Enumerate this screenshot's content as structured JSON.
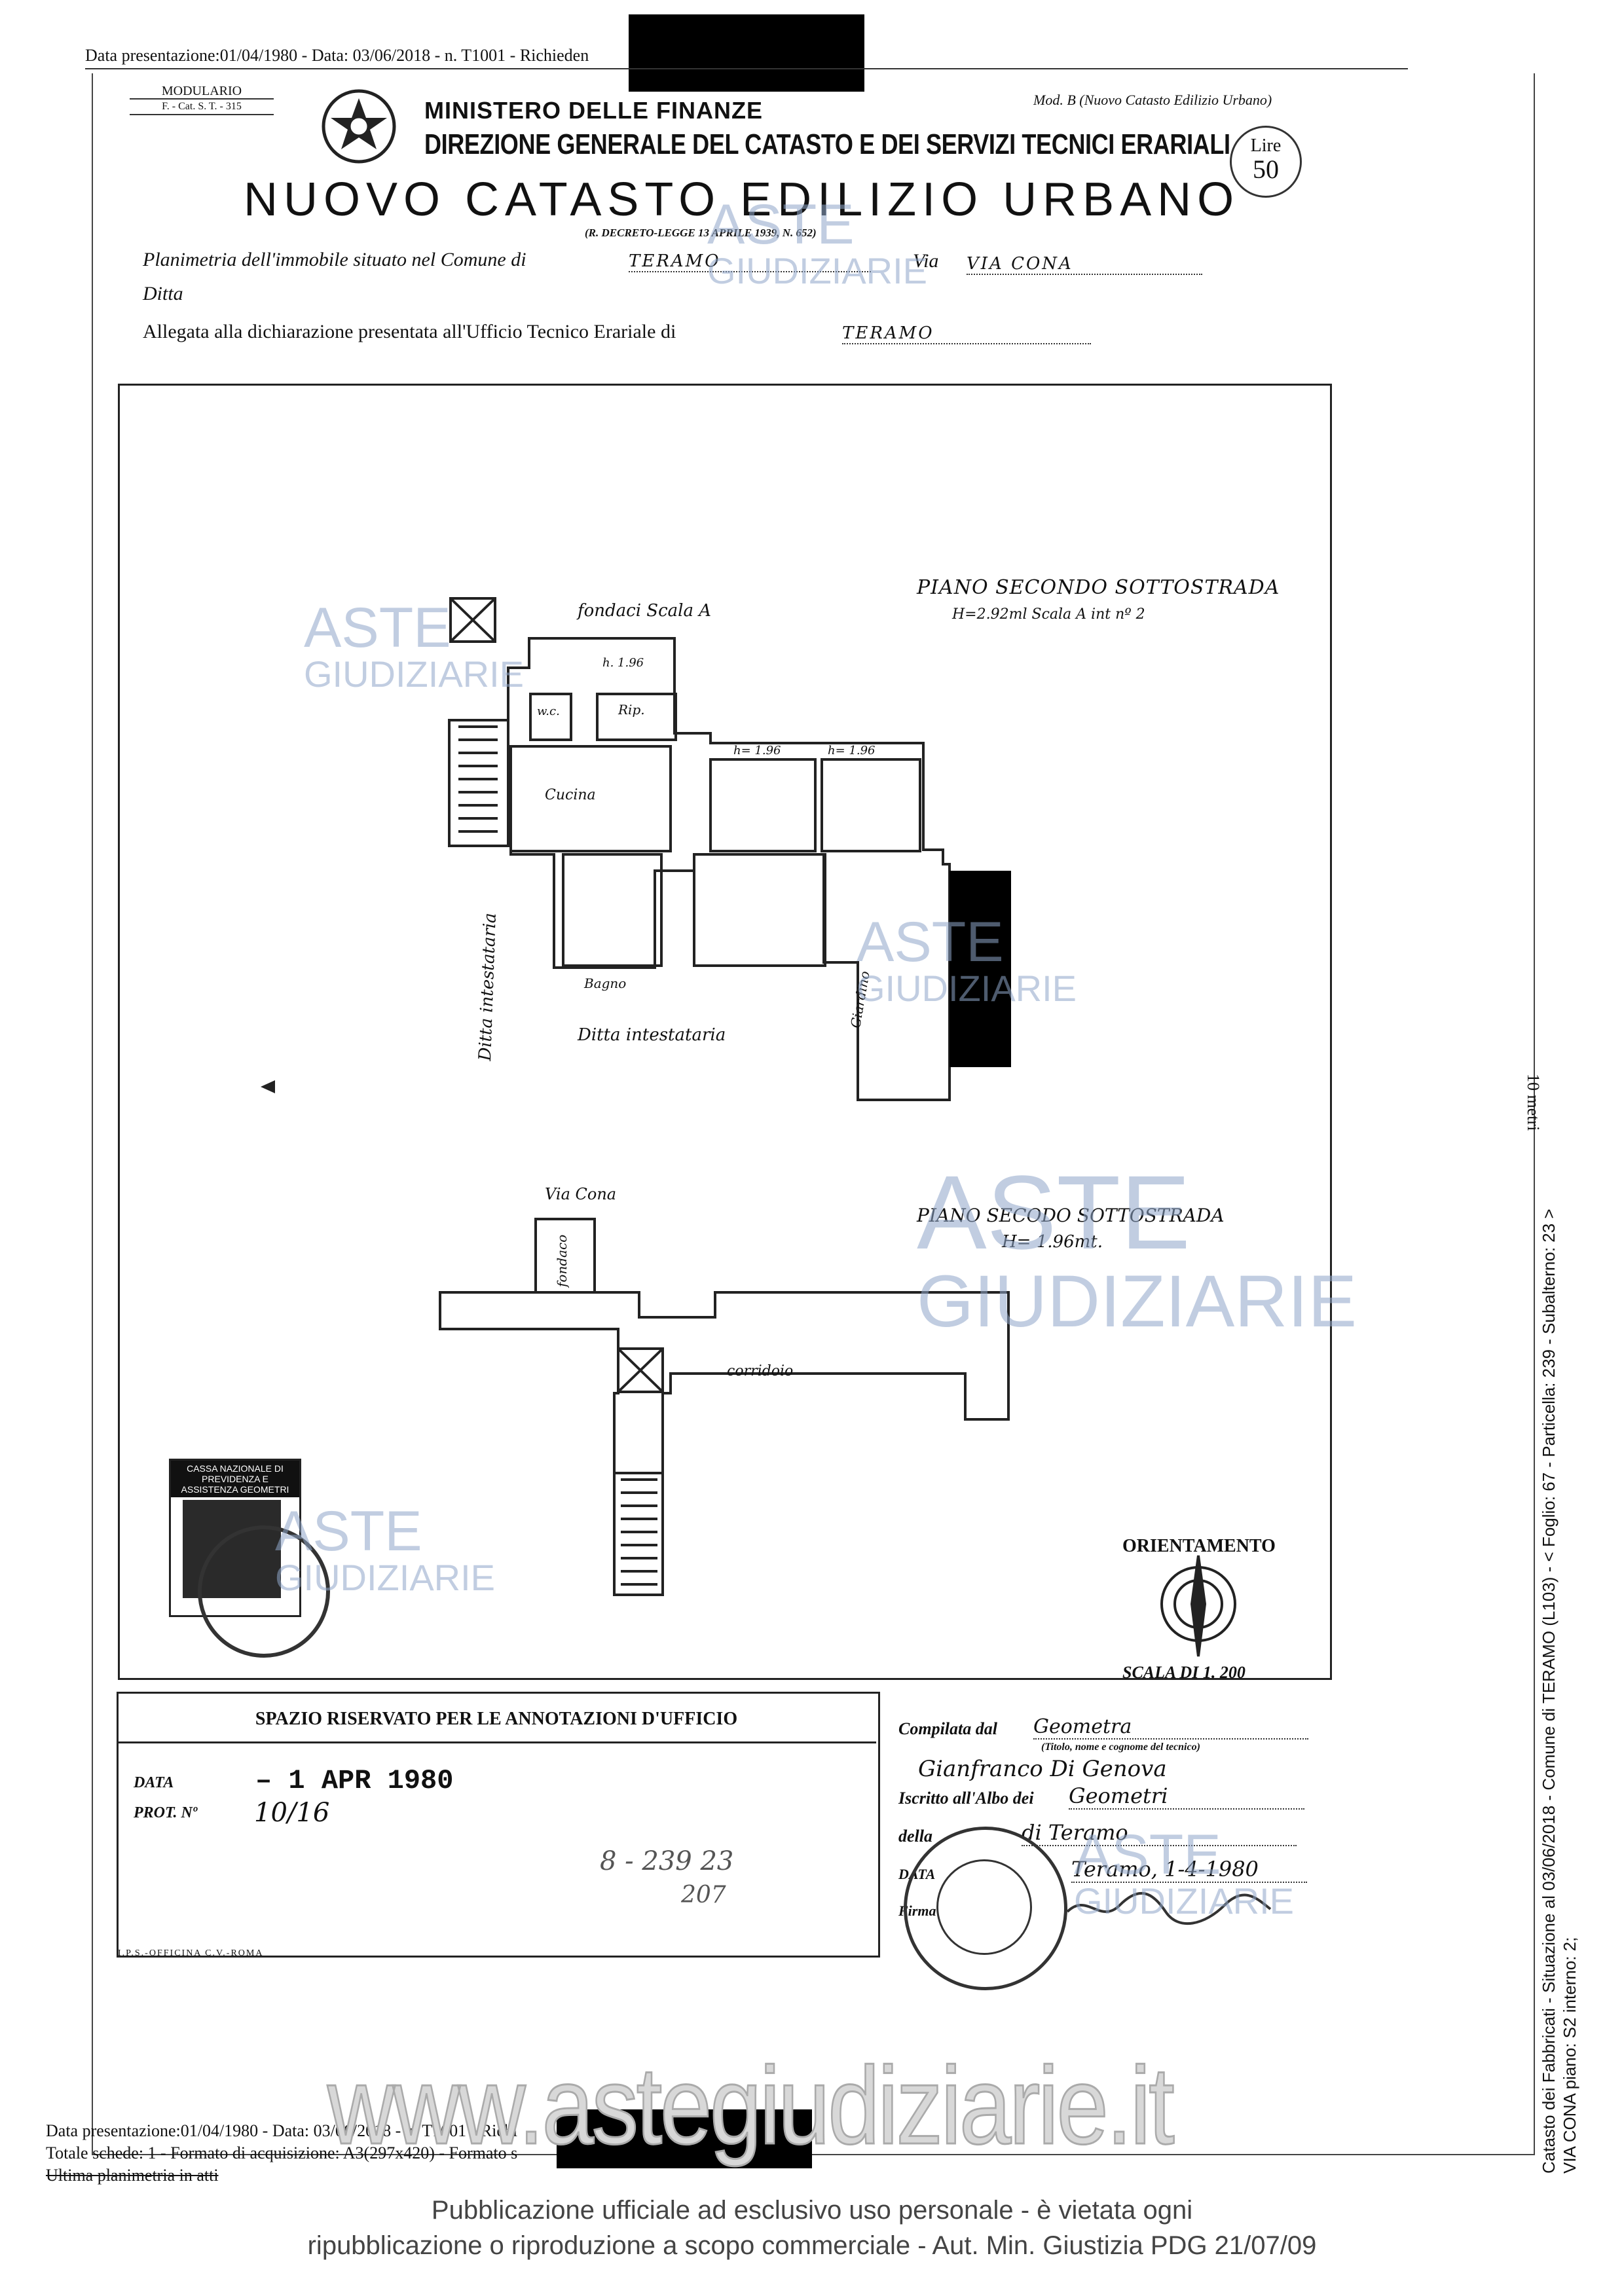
{
  "top_bar": {
    "text": "Data presentazione:01/04/1980 - Data: 03/06/2018 - n. T1001 - Richieden"
  },
  "header": {
    "modulario": "MODULARIO",
    "modulario_code": "F. - Cat. S. T. - 315",
    "mod_b": "Mod. B (Nuovo Catasto Edilizio Urbano)",
    "ministry": "MINISTERO DELLE FINANZE",
    "directorate": "DIREZIONE GENERALE DEL CATASTO E DEI SERVIZI TECNICI ERARIALI",
    "title": "NUOVO CATASTO EDILIZIO URBANO",
    "decree": "(R. DECRETO-LEGGE 13 APRILE 1939, N. 652)",
    "lire_label": "Lire",
    "lire_value": "50"
  },
  "form": {
    "planimetria_label": "Planimetria dell'immobile situato nel Comune di",
    "comune": "TERAMO",
    "via_label": "Via",
    "via": "VIA CONA",
    "ditta_label": "Ditta",
    "allegata_label": "Allegata alla dichiarazione presentata all'Ufficio Tecnico Erariale di",
    "ufficio": "TERAMO"
  },
  "plan": {
    "title1": "PIANO SECONDO SOTTOSTRADA",
    "subtitle1": "H=2.92ml  Scala A  int nº 2",
    "fondaci_label": "fondaci Scala A",
    "h196_a": "h. 1.96",
    "h196_b": "h= 1.96",
    "h196_c": "h= 1.96",
    "wc": "w.c.",
    "rip": "Rip.",
    "cucina": "Cucina",
    "bagno": "Bagno",
    "giardino": "Giardino",
    "ditta_intestataria_h": "Ditta intestataria",
    "ditta_intestataria_v": "Ditta intestataria",
    "title2": "PIANO SECODO SOTTOSTRADA",
    "subtitle2": "H= 1.96mt.",
    "via_cona": "Via Cona",
    "fondaco": "fondaco",
    "corridoio": "corridoio",
    "orientamento": "ORIENTAMENTO",
    "scala": "SCALA DI 1. 200",
    "stamp_text": "CASSA NAZIONALE DI PREVIDENZA E ASSISTENZA GEOMETRI",
    "side_meters": "10 metri"
  },
  "office": {
    "header": "SPAZIO RISERVATO PER LE ANNOTAZIONI D'UFFICIO",
    "data_label": "DATA",
    "data_value": "– 1 APR 1980",
    "prot_label": "PROT. Nº",
    "prot_value": "10/16",
    "note1": "8 - 239 23",
    "note2": "207",
    "printer": "I.P.S.-OFFICINA C.V.-ROMA"
  },
  "compiler": {
    "compilata_label": "Compilata dal",
    "compilata_value": "Geometra",
    "titolo_note": "(Titolo, nome e cognome del tecnico)",
    "name": "Gianfranco Di Genova",
    "iscritto_label": "Iscritto all'Albo dei",
    "iscritto_value": "Geometri",
    "della_label": "della",
    "della_value": "di Teramo",
    "data_label": "DATA",
    "data_value": "Teramo, 1-4-1980",
    "firma_label": "Firma"
  },
  "side_text": {
    "line1": "Catasto dei Fabbricati - Situazione al 03/06/2018 - Comune di TERAMO (L103) - < Foglio: 67 - Particella: 239 - Subalterno: 23 >",
    "line2": "VIA CONA piano: S2 interno: 2;"
  },
  "footer": {
    "line1": "Data presentazione:01/04/1980 - Data: 03/06/2018 - n. T1001 - Richi",
    "line2": "Totale schede: 1 - Formato di acquisizione: A3(297x420) - Formato s",
    "line3": "Ultima planimetria in atti",
    "watermark_url": "www.astegiudiziarie.it",
    "notice1": "Pubblicazione ufficiale ad esclusivo uso personale - è vietata ogni",
    "notice2": "ripubblicazione o riproduzione a scopo commerciale - Aut. Min. Giustizia PDG 21/07/09"
  },
  "watermark": {
    "aste": "ASTE",
    "giudiziarie": "GIUDIZIARIE"
  }
}
